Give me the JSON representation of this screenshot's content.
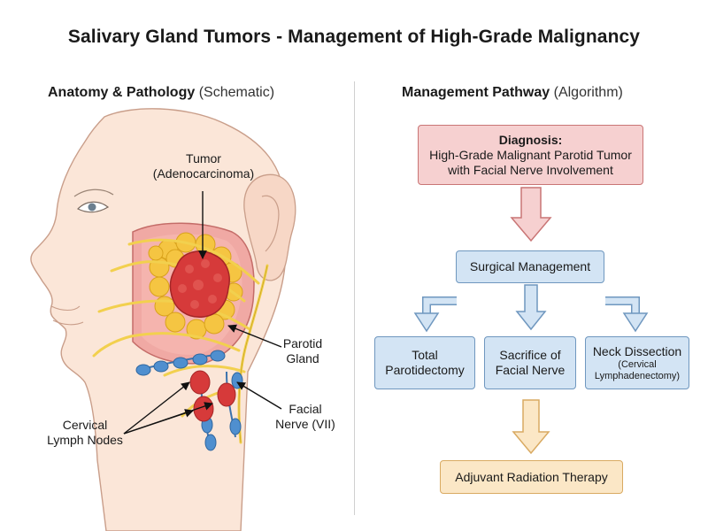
{
  "title": "Salivary Gland Tumors - Management of High-Grade Malignancy",
  "left_panel": {
    "heading_bold": "Anatomy & Pathology",
    "heading_paren": "(Schematic)",
    "labels": {
      "tumor_line1": "Tumor",
      "tumor_line2": "(Adenocarcinoma)",
      "parotid_line1": "Parotid",
      "parotid_line2": "Gland",
      "facial_line1": "Facial",
      "facial_line2": "Nerve (VII)",
      "nodes_line1": "Cervical",
      "nodes_line2": "Lymph Nodes"
    }
  },
  "right_panel": {
    "heading_bold": "Management Pathway",
    "heading_paren": "(Algorithm)",
    "diagnosis": {
      "label": "Diagnosis:",
      "line1": "High-Grade Malignant Parotid Tumor",
      "line2": "with Facial Nerve Involvement"
    },
    "surgical": "Surgical Management",
    "options": [
      {
        "line1": "Total",
        "line2": "Parotidectomy"
      },
      {
        "line1": "Sacrifice of",
        "line2": "Facial Nerve"
      },
      {
        "line1": "Neck Dissection",
        "line2": "(Cervical",
        "line3": "Lymphadenectomy)"
      }
    ],
    "adjuvant": "Adjuvant Radiation Therapy"
  },
  "colors": {
    "diagnosis_fill": "#f6d0d0",
    "step_fill": "#d3e4f4",
    "adjuvant_fill": "#fbe7c6",
    "tumor": "#d63a3a",
    "gland": "#f5c542",
    "nerve": "#f2d04e",
    "lymph_node": "#4f8fcf"
  }
}
